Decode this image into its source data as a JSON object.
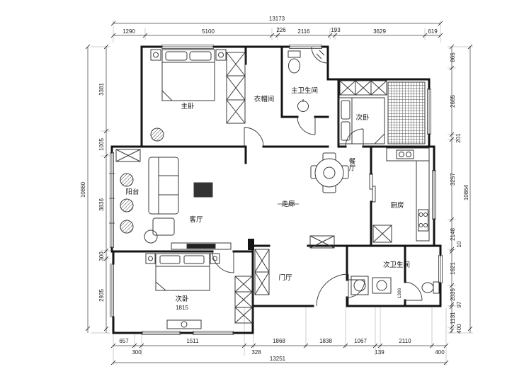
{
  "plan": {
    "rooms": {
      "master_bedroom": "主卧",
      "closet": "衣帽间",
      "master_bathroom": "主卫生间",
      "bedroom_top": "次卧",
      "balcony": "阳台",
      "living_room": "客厅",
      "hallway": "走廊",
      "dining_room": "餐厅",
      "kitchen": "厨房",
      "foyer": "门厅",
      "second_bathroom": "次卫生间",
      "bedroom_bottom": "次卧",
      "bedroom_bottom_width": "1815",
      "bath_inner_dim": "1306"
    },
    "dimensions": {
      "top_total": "13173",
      "top_row": [
        "1290",
        "5100",
        "226",
        "2116",
        "193",
        "3629",
        "619"
      ],
      "bottom_row1": [
        "657",
        "1511",
        "1868",
        "1838",
        "1067",
        "2110"
      ],
      "bottom_row2": [
        "300",
        "328",
        "139",
        "400"
      ],
      "bottom_total": "13251",
      "left_col": [
        "3381",
        "1005",
        "3836",
        "300",
        "2935"
      ],
      "left_total": "10860",
      "right_col": [
        "865",
        "2685",
        "201",
        "3257",
        "2148",
        "10",
        "1621",
        "2035",
        "97",
        "1131",
        "400"
      ],
      "right_total": "10864"
    }
  }
}
